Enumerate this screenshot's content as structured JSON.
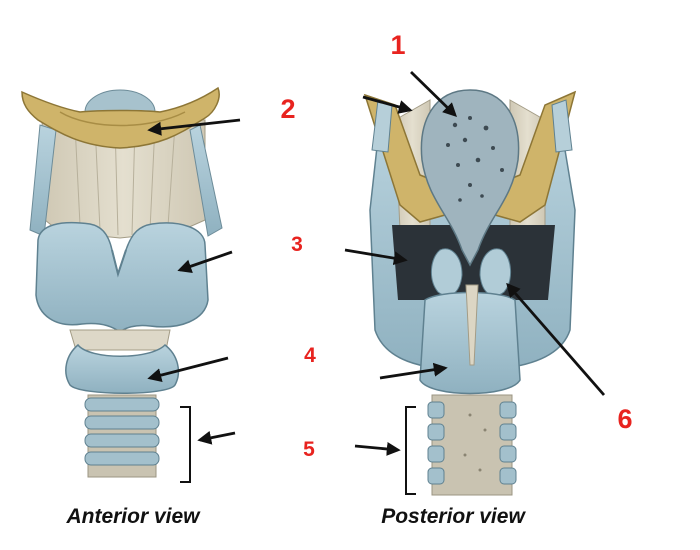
{
  "figure": {
    "captions": {
      "anterior": "Anterior view",
      "posterior": "Posterior view"
    },
    "labels": [
      "1",
      "2",
      "3",
      "4",
      "5",
      "6"
    ]
  },
  "colors": {
    "label_red": "#e8231f",
    "cartilage_blue": "#a9c6d2",
    "cartilage_shade": "#7fa3b3",
    "hyoid_yellow": "#cfb46a",
    "membrane": "#d8d2bf",
    "epiglottis": "#9fb4be",
    "arrow": "#111111"
  }
}
